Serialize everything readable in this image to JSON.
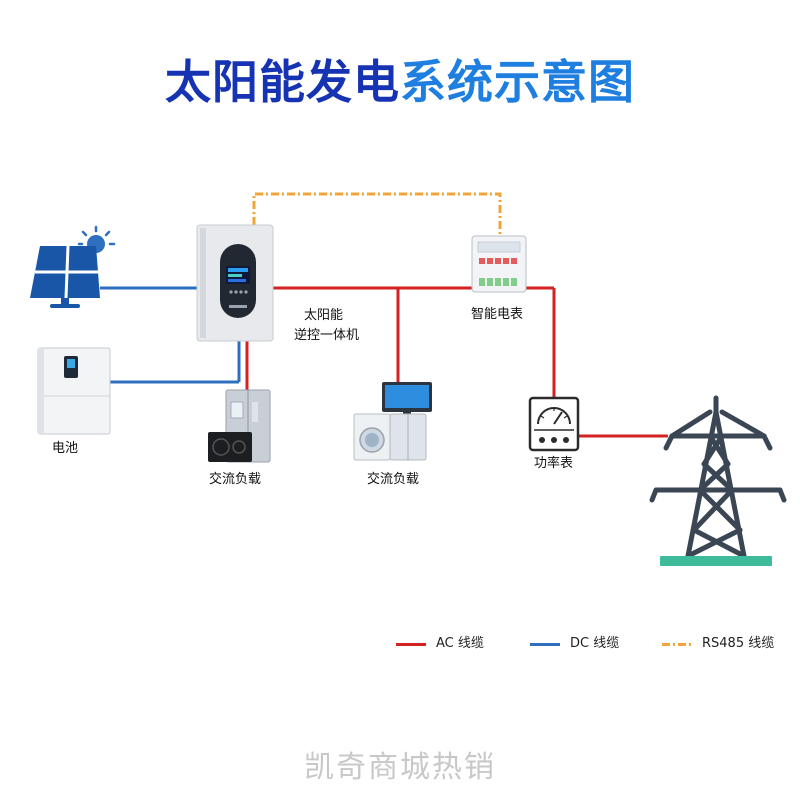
{
  "title": {
    "part1": "太阳能发电",
    "part2": "系统示意图"
  },
  "labels": {
    "inverter_line1": "太阳能",
    "inverter_line2": "逆控一体机",
    "smart_meter": "智能电表",
    "battery": "电池",
    "ac_load_1": "交流负载",
    "ac_load_2": "交流负载",
    "power_meter": "功率表"
  },
  "legend": [
    {
      "label": "AC 线缆",
      "color": "#d42121"
    },
    {
      "label": "DC 线缆",
      "color": "#2e6fc0"
    },
    {
      "label": "RS485 线缆",
      "color": "#f0a43a"
    }
  ],
  "watermark": "凯奇商城热销",
  "colors": {
    "ac": "#d42121",
    "dc": "#2e6fc0",
    "rs485": "#f0a43a",
    "title_dark": "#1533b3",
    "title_light": "#1e7fe0"
  }
}
